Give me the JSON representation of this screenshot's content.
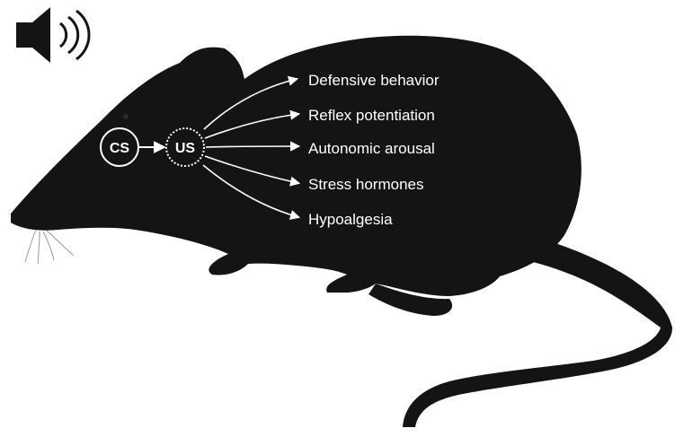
{
  "diagram": {
    "nodes": {
      "cs": "CS",
      "us": "US"
    },
    "responses": [
      "Defensive behavior",
      "Reflex potentiation",
      "Autonomic arousal",
      "Stress hormones",
      "Hypoalgesia"
    ],
    "icons": {
      "speaker": "speaker-sound-icon",
      "silhouette": "rat-silhouette"
    },
    "colors": {
      "background": "#ffffff",
      "silhouette": "#141414",
      "foreground": "#ffffff"
    }
  }
}
